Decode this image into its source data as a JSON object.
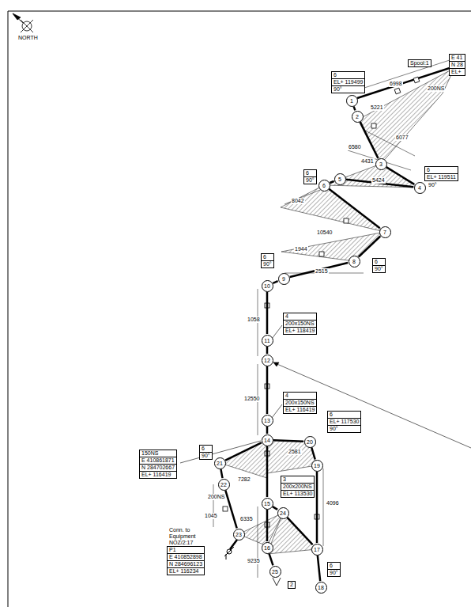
{
  "diagram": {
    "nodes": [
      {
        "text": [
          "6",
          "EL+ 119499",
          "90°"
        ]
      },
      {
        "text": [
          "Spool:1"
        ]
      },
      {
        "text": [
          "E 41",
          "N 28",
          "EL+"
        ]
      },
      {
        "text": [
          "1"
        ]
      },
      {
        "text": [
          "2"
        ]
      },
      {
        "text": [
          "3"
        ]
      },
      {
        "text": [
          "6",
          "90°"
        ]
      },
      {
        "text": [
          "6",
          "EL+ 119511"
        ]
      },
      {
        "text": [
          "5"
        ]
      },
      {
        "text": [
          "6"
        ]
      },
      {
        "text": [
          "4"
        ]
      },
      {
        "text": [
          "7"
        ]
      },
      {
        "text": [
          "6",
          "90°"
        ]
      },
      {
        "text": [
          "6",
          "90°"
        ]
      },
      {
        "text": [
          "8"
        ]
      },
      {
        "text": [
          "9"
        ]
      },
      {
        "text": [
          "10"
        ]
      },
      {
        "text": [
          "4",
          "200x150NS",
          "EL+ 118419"
        ]
      },
      {
        "text": [
          "11"
        ]
      },
      {
        "text": [
          "12"
        ]
      },
      {
        "text": [
          "4",
          "200x150NS",
          "EL+ 116419"
        ]
      },
      {
        "text": [
          "6",
          "EL+ 117530",
          "90°"
        ]
      },
      {
        "text": [
          "13"
        ]
      },
      {
        "text": [
          "20"
        ]
      },
      {
        "text": [
          "14"
        ]
      },
      {
        "text": [
          "150NS",
          "E 410861871",
          "N 284702667",
          "EL+ 116419"
        ]
      },
      {
        "text": [
          "6",
          "90°"
        ]
      },
      {
        "text": [
          "21"
        ]
      },
      {
        "text": [
          "19"
        ]
      },
      {
        "text": [
          "3",
          "200x200NS",
          "EL+ 113530"
        ]
      },
      {
        "text": [
          "22"
        ]
      },
      {
        "text": [
          "15"
        ]
      },
      {
        "text": [
          "24"
        ]
      },
      {
        "text": [
          "P1",
          "E 410852898",
          "N 284696123",
          "EL+ 116234"
        ]
      },
      {
        "text": [
          "23"
        ]
      },
      {
        "text": [
          "16"
        ]
      },
      {
        "text": [
          "17"
        ]
      },
      {
        "text": [
          "6",
          "90°"
        ]
      },
      {
        "text": [
          "25"
        ]
      },
      {
        "text": [
          "18"
        ]
      },
      {
        "text": [
          "2"
        ]
      }
    ],
    "edges": [
      {
        "from": 3,
        "to": 4,
        "arrow": "none"
      },
      {
        "from": 4,
        "to": 5,
        "arrow": "none"
      },
      {
        "from": 5,
        "to": 10,
        "arrow": "none"
      },
      {
        "from": 10,
        "to": 8,
        "arrow": "none"
      },
      {
        "from": 8,
        "to": 9,
        "arrow": "none"
      },
      {
        "from": 9,
        "to": 11,
        "arrow": "none"
      },
      {
        "from": 11,
        "to": 14,
        "arrow": "none"
      },
      {
        "from": 14,
        "to": 15,
        "arrow": "none"
      },
      {
        "from": 15,
        "to": 16,
        "arrow": "none"
      },
      {
        "from": 16,
        "to": 18,
        "arrow": "none"
      },
      {
        "from": 18,
        "to": 19,
        "arrow": "none"
      },
      {
        "from": 19,
        "to": 22,
        "arrow": "none"
      },
      {
        "from": 22,
        "to": 24,
        "arrow": "none"
      },
      {
        "from": 24,
        "to": 31,
        "arrow": "none"
      },
      {
        "from": 31,
        "to": 35,
        "arrow": "none"
      },
      {
        "from": 35,
        "to": 38,
        "arrow": "none"
      },
      {
        "from": 24,
        "to": 23,
        "arrow": "none"
      },
      {
        "from": 23,
        "to": 28,
        "arrow": "none"
      },
      {
        "from": 28,
        "to": 36,
        "arrow": "none"
      },
      {
        "from": 36,
        "to": 39,
        "arrow": "none"
      },
      {
        "from": 24,
        "to": 27,
        "arrow": "none"
      },
      {
        "from": 27,
        "to": 30,
        "arrow": "none"
      },
      {
        "from": 30,
        "to": 34,
        "arrow": "none"
      },
      {
        "from": 31,
        "to": 32,
        "arrow": "none"
      },
      {
        "from": 32,
        "to": 36,
        "arrow": "none"
      }
    ],
    "labels": [
      "NORTH",
      "6998",
      "200NS",
      "5221",
      "6077",
      "6580",
      "4431",
      "5424",
      "8042",
      "10540",
      "1944",
      "2515",
      "1058",
      "12550",
      "2581",
      "7282",
      "6335",
      "9235",
      "1045",
      "200NS",
      "4096",
      "90°",
      "Conn. to Equipment NOZ/2:17"
    ]
  }
}
